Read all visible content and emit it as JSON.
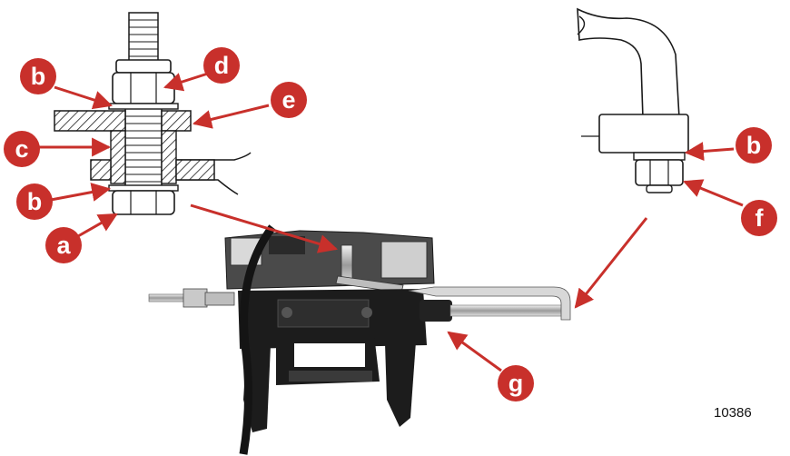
{
  "figure_number": "10386",
  "callouts": {
    "a": "a",
    "b1": "b",
    "b2": "b",
    "b3": "b",
    "c": "c",
    "d": "d",
    "e": "e",
    "f": "f",
    "g": "g"
  },
  "colors": {
    "callout": "#c8302b",
    "line": "#1a1a1a",
    "metal": "#b8b8b8",
    "body": "#1c1c1c"
  }
}
